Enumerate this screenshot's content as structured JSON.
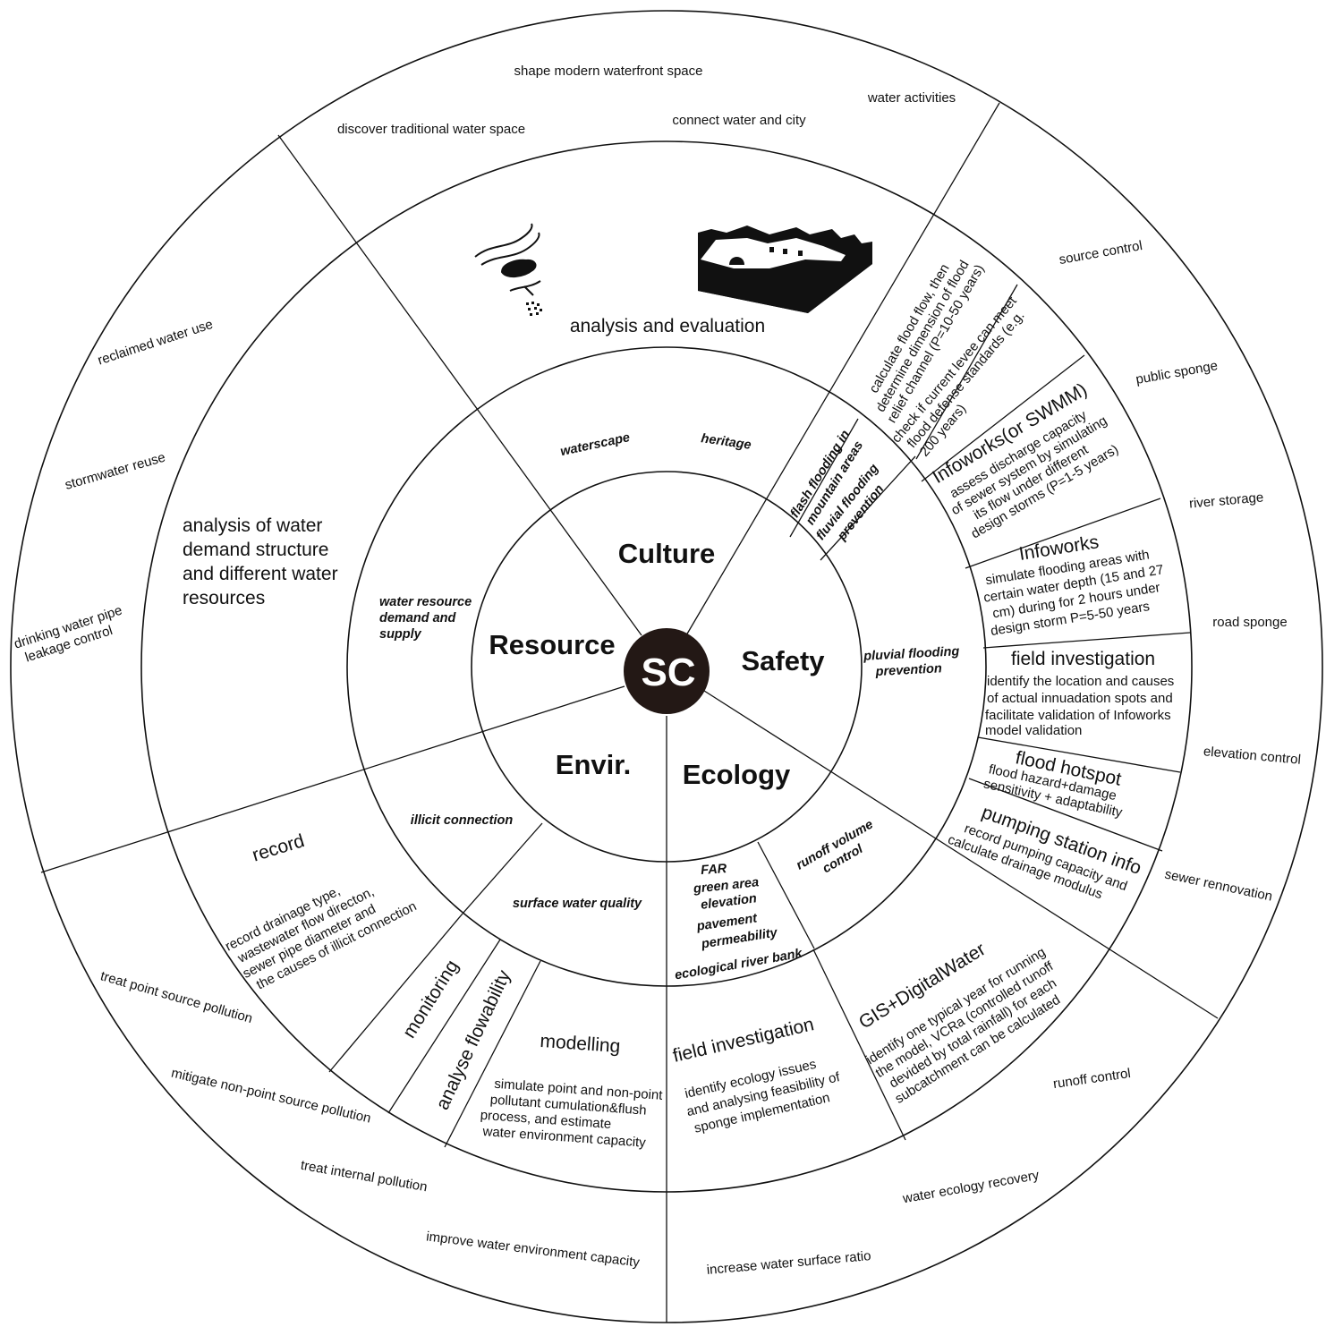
{
  "center": {
    "label": "SC",
    "fill": "#231815"
  },
  "categories": {
    "culture": "Culture",
    "safety": "Safety",
    "ecology": "Ecology",
    "envir": "Envir.",
    "resource": "Resource"
  },
  "aspects": {
    "waterscape": "waterscape",
    "heritage": "heritage",
    "flash_flooding": [
      "flash flooding in",
      "mountain areas"
    ],
    "fluvial_flooding": [
      "fluvial flooding",
      "prevention"
    ],
    "pluvial_flooding": [
      "pluvial flooding",
      "prevention"
    ],
    "runoff_volume": [
      "runoff volume",
      "control"
    ],
    "ecology_factors": [
      "FAR",
      "green area",
      "elevation",
      "pavement",
      "permeability",
      "ecological river bank"
    ],
    "surface_water_quality": "surface water quality",
    "illicit_connection": "illicit connection",
    "water_resource": [
      "water resource",
      "demand and",
      "supply"
    ]
  },
  "methods": {
    "analysis_evaluation": "analysis and evaluation",
    "water_demand": [
      "analysis of water",
      "demand structure",
      "and different water",
      "resources"
    ],
    "flood_flow": [
      "calculate flood flow, then",
      "determine dimension of flood",
      "relief channel (P=10-50 years)"
    ],
    "levee": [
      "check if current levee can meet",
      "flood defense standards (e.g.",
      "200 years)"
    ],
    "infoworks_swmm": {
      "title": "Infoworks(or SWMM)",
      "body": [
        "assess discharge capacity",
        "of sewer system by simulating",
        "its flow under different",
        "design storms (P=1-5 years)"
      ]
    },
    "infoworks": {
      "title": "Infoworks",
      "body": [
        "simulate flooding areas with",
        "certain water depth (15 and 27",
        "cm) during for 2 hours under",
        "design storm P=5-50 years"
      ]
    },
    "field_investigation_safety": {
      "title": "field  investigation",
      "body": [
        "identify the location and causes",
        "of actual innuadation spots and",
        "facilitate validation of Infoworks",
        "model validation"
      ]
    },
    "flood_hotspot": {
      "title": "flood hotspot",
      "body": [
        "flood hazard+damage",
        "sensitivity + adaptability"
      ]
    },
    "pumping_station": {
      "title": "pumping station info",
      "body": [
        "record pumping capacity and",
        "calculate drainage modulus"
      ]
    },
    "gis_digitalwater": {
      "title": "GIS+DigitalWater",
      "body": [
        "identify one typical year for running",
        "the model, VCRa (controlled runoff",
        "devided by total rainfall) for each",
        "subcatchment can be calculated"
      ]
    },
    "field_investigation_ecology": {
      "title": "field  investigation",
      "body": [
        "identify ecology issues",
        "and analysing feasibility of",
        "sponge implementation"
      ]
    },
    "modelling": {
      "title": "modelling",
      "body": [
        "simulate point and non-point",
        "pollutant cumulation&flush",
        "process, and estimate",
        "water environment capacity"
      ]
    },
    "analyse_flowability": "analyse flowability",
    "monitoring": "monitoring",
    "record": {
      "title": "record",
      "body": [
        "record drainage type,",
        "wastewater flow directon,",
        "sewer pipe diameter and",
        "the causes of illicit connection"
      ]
    }
  },
  "measures": {
    "shape_waterfront": "shape modern waterfront space",
    "water_activities": "water activities",
    "discover_traditional": "discover traditional water space",
    "connect_water_city": "connect water and city",
    "source_control": "source control",
    "public_sponge": "public sponge",
    "river_storage": "river storage",
    "road_sponge": "road sponge",
    "elevation_control": "elevation control",
    "sewer_rennovation": "sewer rennovation",
    "runoff_control": "runoff control",
    "water_ecology_recovery": "water ecology recovery",
    "increase_water_surface": "increase water surface ratio",
    "improve_capacity": "improve water environment capacity",
    "treat_internal": "treat internal pollution",
    "mitigate_nonpoint": "mitigate non-point source pollution",
    "treat_point_source": "treat point source pollution",
    "drinking_pipe": [
      "drinking water pipe",
      "leakage control"
    ],
    "stormwater_reuse": "stormwater reuse",
    "reclaimed_water": "reclaimed water use"
  },
  "icons": [
    "river-sketch-icon",
    "historic-waterfront-block-icon"
  ]
}
